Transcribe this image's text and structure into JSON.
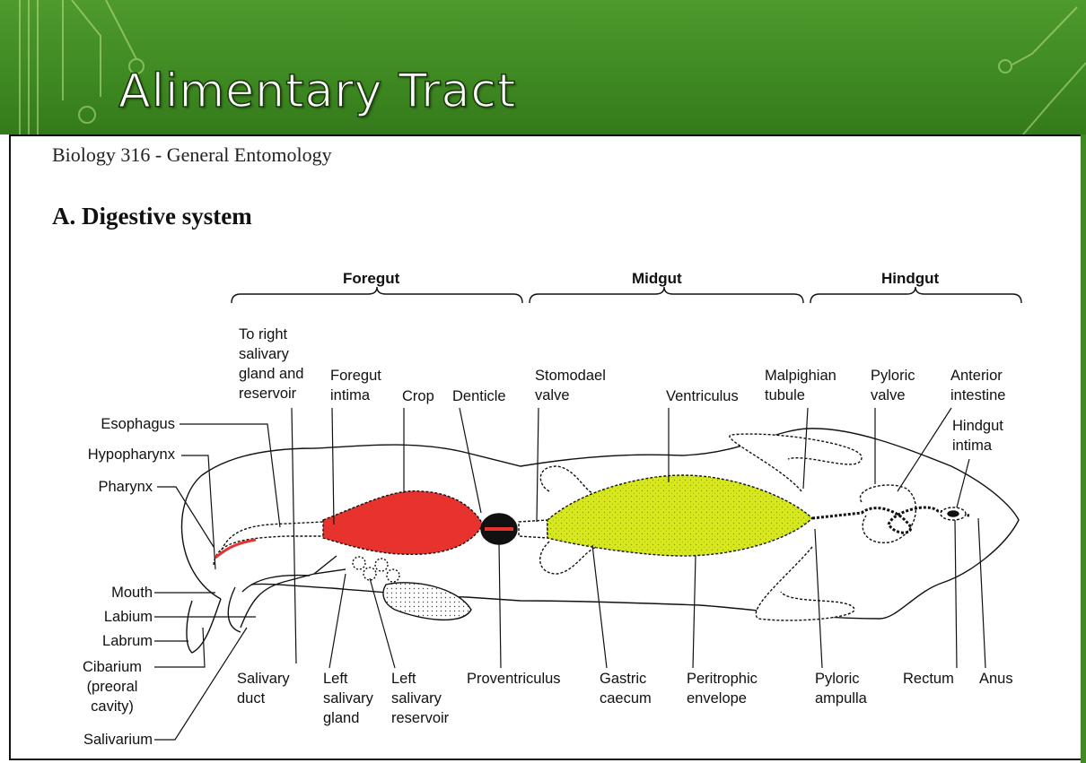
{
  "slide": {
    "title": "Alimentary Tract",
    "subtitle": "Biology 316 - General Entomology",
    "section_heading": "A. Digestive system"
  },
  "regions": {
    "foregut": "Foregut",
    "midgut": "Midgut",
    "hindgut": "Hindgut"
  },
  "labels": {
    "to_right_salivary": "To right\nsalivary\ngland and\nreservoir",
    "foregut_intima": "Foregut\nintima",
    "crop": "Crop",
    "denticle": "Denticle",
    "stomodael_valve": "Stomodael\nvalve",
    "ventriculus": "Ventriculus",
    "malpighian_tubule": "Malpighian\ntubule",
    "pyloric_valve": "Pyloric\nvalve",
    "anterior_intestine": "Anterior\nintestine",
    "hindgut_intima": "Hindgut\nintima",
    "esophagus": "Esophagus",
    "hypopharynx": "Hypopharynx",
    "pharynx": "Pharynx",
    "mouth": "Mouth",
    "labium": "Labium",
    "labrum": "Labrum",
    "cibarium": "Cibarium\n(preoral\ncavity)",
    "salivarium": "Salivarium",
    "salivary_duct": "Salivary\nduct",
    "left_salivary_gland": "Left\nsalivary\ngland",
    "left_salivary_reservoir": "Left\nsalivary\nreservoir",
    "proventriculus": "Proventriculus",
    "gastric_caecum": "Gastric\ncaecum",
    "peritrophic_envelope": "Peritrophic\nenvelope",
    "pyloric_ampulla": "Pyloric\nampulla",
    "rectum": "Rectum",
    "anus": "Anus"
  },
  "colors": {
    "header_green": "#3f8a22",
    "crop_fill": "#e8322e",
    "ventriculus_fill": "#d8e81e"
  }
}
